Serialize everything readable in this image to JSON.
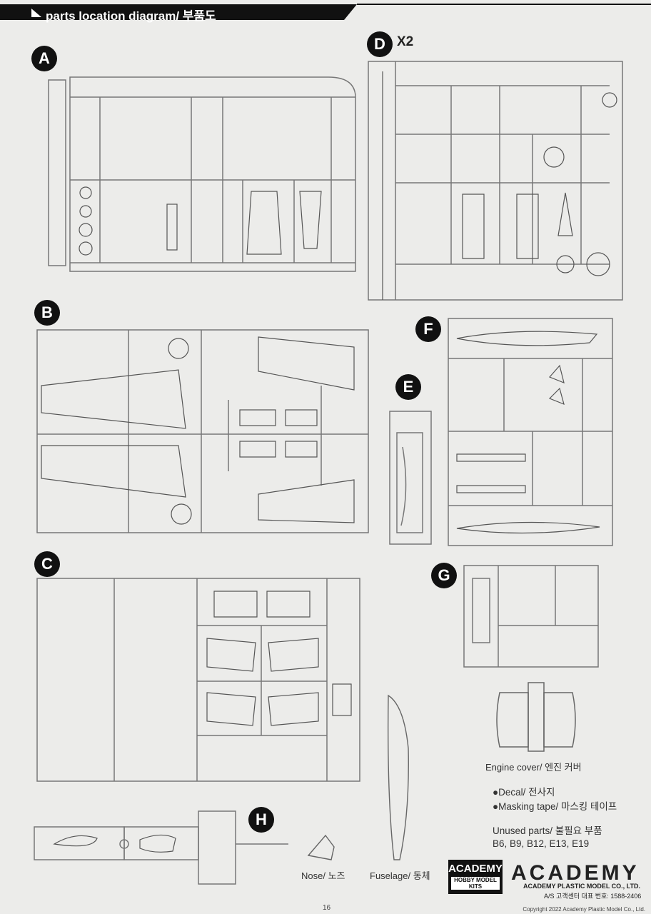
{
  "header": {
    "title": "parts location diagram/ 부품도"
  },
  "sections": {
    "a": "A",
    "b": "B",
    "c": "C",
    "d": "D",
    "e": "E",
    "f": "F",
    "g": "G",
    "h": "H"
  },
  "multiplier": "X2",
  "labels": {
    "engine_cover": "Engine cover/ 엔진 커버",
    "nose": "Nose/ 노즈",
    "fuselage": "Fuselage/ 동체"
  },
  "legend": {
    "decal": "●Decal/ 전사지",
    "masking": "●Masking tape/ 마스킹 테이프",
    "unused_title": "Unused parts/ 불필요 부품",
    "unused_list": "B6, B9, B12, E13, E19"
  },
  "branding": {
    "box_logo": "ACADEMY",
    "box_sub": "HOBBY MODEL KITS",
    "wordmark": "ACADEMY",
    "company": "ACADEMY PLASTIC MODEL CO., LTD.",
    "service": "A/S 고객센터 대표 번호: 1588-2406"
  },
  "footer": {
    "page": "16",
    "copyright": "Copyright 2022 Academy Plastic Model Co., Ltd."
  }
}
